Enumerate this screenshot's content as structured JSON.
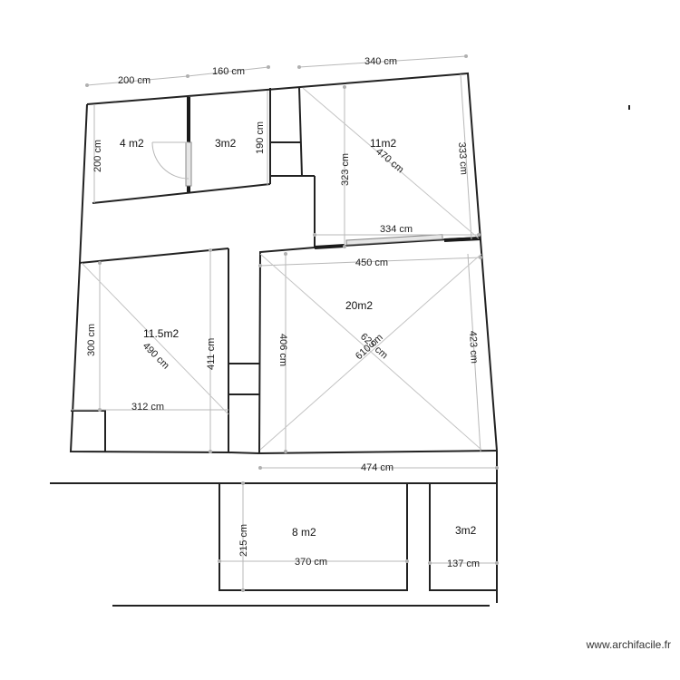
{
  "rooms": [
    {
      "id": "wc",
      "area": "4 m2"
    },
    {
      "id": "sdb",
      "area": "3m2"
    },
    {
      "id": "chambre1",
      "area": "11m2"
    },
    {
      "id": "chambre2",
      "area": "11.5m2"
    },
    {
      "id": "sejour",
      "area": "20m2"
    },
    {
      "id": "annexe1",
      "area": "8 m2"
    },
    {
      "id": "annexe2",
      "area": "3m2"
    }
  ],
  "dimensions": {
    "top_200": "200 cm",
    "top_160": "160 cm",
    "top_340": "340 cm",
    "wc_height": "200 cm",
    "sdb_height": "190 cm",
    "ch1_left": "323 cm",
    "ch1_diag": "470 cm",
    "ch1_right": "333 cm",
    "ch1_width": "334 cm",
    "sej_top": "450 cm",
    "ch2_left": "300 cm",
    "ch2_diag": "490 cm",
    "ch2_right": "411 cm",
    "ch2_width": "312 cm",
    "sej_left": "406 cm",
    "sej_diag1": "625 cm",
    "sej_diag2": "610 cm",
    "sej_right": "423 cm",
    "sej_bottom": "474 cm",
    "ann1_height": "215 cm",
    "ann1_width": "370 cm",
    "ann2_width": "137 cm"
  },
  "watermark": "www.archifacile.fr",
  "colors": {
    "wall": "#222222",
    "dimension": "#b8b8b8",
    "diagonal": "#c4c4c4"
  }
}
